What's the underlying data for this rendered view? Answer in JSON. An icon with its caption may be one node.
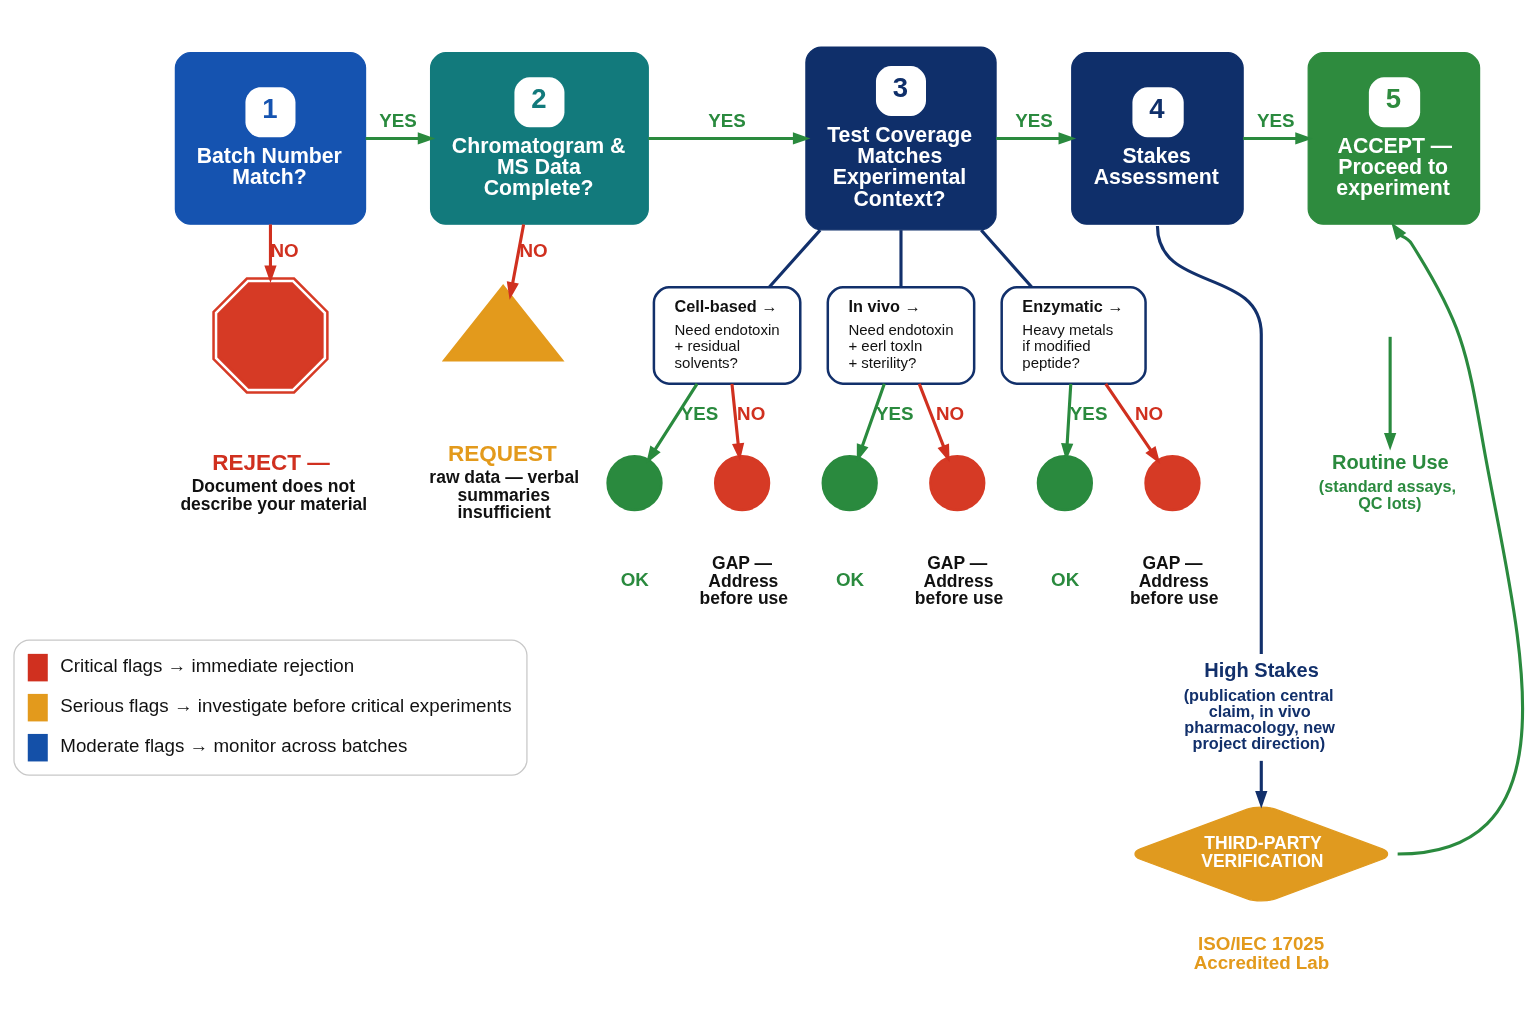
{
  "diagram": {
    "nodes": [
      {
        "text": [
          "1",
          "Batch Number Match?"
        ]
      },
      {
        "text": [
          "2",
          "Chromatogram & MS Data Complete?"
        ]
      },
      {
        "text": [
          "3",
          "Test Coverage Matches Experimental Context?"
        ]
      },
      {
        "text": [
          "4",
          "Stakes Assessment"
        ]
      },
      {
        "text": [
          "5",
          "ACCEPT — Proceed to experiment"
        ]
      },
      {
        "text": [
          "Routine Use",
          "(standard assays, QC lots)"
        ]
      },
      {
        "text": [],
        "shape": "octagon",
        "beside": [
          "REJECT —",
          "Document does not describe your material"
        ]
      },
      {
        "text": [],
        "shape": "triangle",
        "beside": [
          "REQUEST",
          "raw data — verbal summaries insufficient"
        ]
      },
      {
        "text": [
          "Cell-based →",
          "Need endotoxin + residual solvents?"
        ]
      },
      {
        "text": [
          "In vivo →",
          "Need endotoxin + eerl toxln + sterility?"
        ]
      },
      {
        "text": [
          "Enzymatic →",
          "Heavy metals if modified peptide?"
        ]
      },
      {
        "text": [
          "High Stakes",
          "(publication central claim, in vivo pharmacology, new project direction)"
        ]
      },
      {
        "text": [],
        "shape": "circle",
        "beside": [
          "OK"
        ]
      },
      {
        "text": [],
        "shape": "circle",
        "beside": [
          "GAP — Address before use"
        ]
      },
      {
        "text": [],
        "shape": "circle",
        "beside": [
          "OK"
        ]
      },
      {
        "text": [],
        "shape": "circle",
        "beside": [
          "GAP — Address before use"
        ]
      },
      {
        "text": [],
        "shape": "circle",
        "beside": [
          "OK"
        ]
      },
      {
        "text": [],
        "shape": "circle",
        "beside": [
          "GAP — Address before use"
        ]
      },
      {
        "text": [
          "THIRD-PARTY VERIFICATION"
        ],
        "beside": [
          "ISO/IEC 17025 Accredited Lab"
        ]
      }
    ],
    "edges": [
      {
        "from": 0,
        "to": 1,
        "arrow": "to",
        "label": "YES"
      },
      {
        "from": 1,
        "to": 2,
        "arrow": "to",
        "label": "YES"
      },
      {
        "from": 2,
        "to": 3,
        "arrow": "to",
        "label": "YES"
      },
      {
        "from": 3,
        "to": 4,
        "arrow": "to",
        "label": "YES"
      },
      {
        "from": null,
        "to": 5,
        "arrow": "to"
      },
      {
        "from": 0,
        "to": 6,
        "arrow": "to",
        "label": "NO",
        "color": "#d0301f"
      },
      {
        "from": 1,
        "to": 7,
        "arrow": "to",
        "label": "NO",
        "color": "#d0301f"
      },
      {
        "from": 2,
        "to": 8,
        "arrow": "none",
        "color": "#12306b"
      },
      {
        "from": 2,
        "to": 9,
        "arrow": "none",
        "color": "#12306b"
      },
      {
        "from": 2,
        "to": 10,
        "arrow": "none",
        "color": "#12306b"
      },
      {
        "from": 3,
        "to": 11,
        "arrow": "none",
        "color": "#12306b"
      },
      {
        "from": 8,
        "to": 12,
        "arrow": "to",
        "label": "YES"
      },
      {
        "from": 8,
        "to": 13,
        "arrow": "to",
        "label": "NO",
        "color": "#d0301f"
      },
      {
        "from": 9,
        "to": 14,
        "arrow": "to",
        "label": "YES"
      },
      {
        "from": 9,
        "to": 15,
        "arrow": "to",
        "label": "NO",
        "color": "#d0301f"
      },
      {
        "from": 10,
        "to": 16,
        "arrow": "to",
        "label": "YES"
      },
      {
        "from": 10,
        "to": 17,
        "arrow": "to",
        "label": "NO",
        "color": "#d0301f"
      },
      {
        "from": 11,
        "to": 18,
        "arrow": "to",
        "color": "#12306b"
      },
      {
        "from": 18,
        "to": 4,
        "arrow": "to"
      }
    ],
    "legend": [
      {
        "text": "Critical flags → immediate rejection",
        "color": "#d0301f"
      },
      {
        "text": "Serious flags → investigate before critical experiments",
        "color": "#e39a1c"
      },
      {
        "text": "Moderate flags → monitor across batches",
        "color": "#1450a8"
      }
    ]
  }
}
